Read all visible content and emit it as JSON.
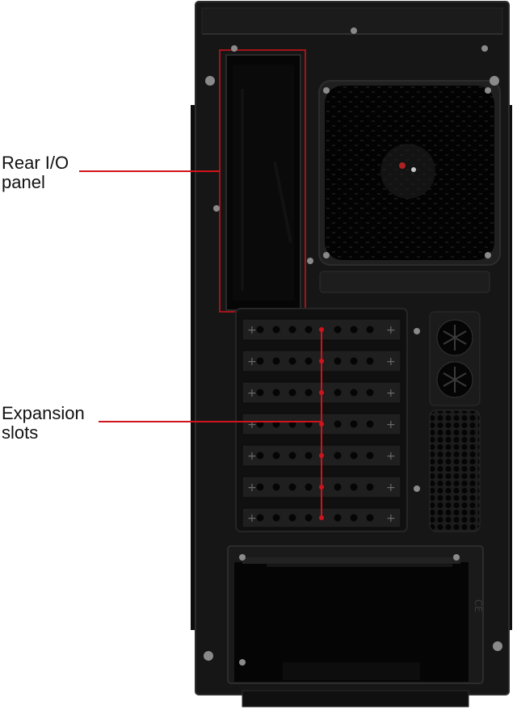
{
  "labels": {
    "rear_io": [
      "Rear I/O",
      "panel"
    ],
    "expansion": [
      "Expansion",
      "slots"
    ]
  },
  "colors": {
    "case_body": "#151515",
    "case_edge": "#2a2a2a",
    "fan_grille": "#0b0b0b",
    "callout_line": "#d0141c",
    "screw": "#8a8a8a",
    "background": "#ffffff"
  },
  "expansion_slot_count": 7
}
